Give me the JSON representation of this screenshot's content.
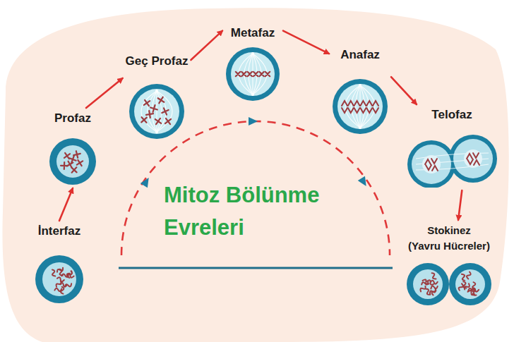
{
  "diagram": {
    "title": "Mitoz Bölünme Evreleri",
    "nodes": [
      {
        "text": [
          "İnterfaz"
        ]
      },
      {
        "text": [
          "Profaz"
        ]
      },
      {
        "text": [
          "Geç Profaz"
        ]
      },
      {
        "text": [
          "Metafaz"
        ]
      },
      {
        "text": [
          "Anafaz"
        ]
      },
      {
        "text": [
          "Telofaz"
        ]
      },
      {
        "text": [
          "Stokinez",
          "(Yavru Hücreler)"
        ]
      }
    ],
    "edges": [
      {
        "from": 0,
        "to": 1,
        "arrow": "to"
      },
      {
        "from": 1,
        "to": 2,
        "arrow": "to"
      },
      {
        "from": 2,
        "to": 3,
        "arrow": "to"
      },
      {
        "from": 3,
        "to": 4,
        "arrow": "to"
      },
      {
        "from": 4,
        "to": 5,
        "arrow": "to"
      },
      {
        "from": 5,
        "to": 6,
        "arrow": "to"
      }
    ]
  }
}
